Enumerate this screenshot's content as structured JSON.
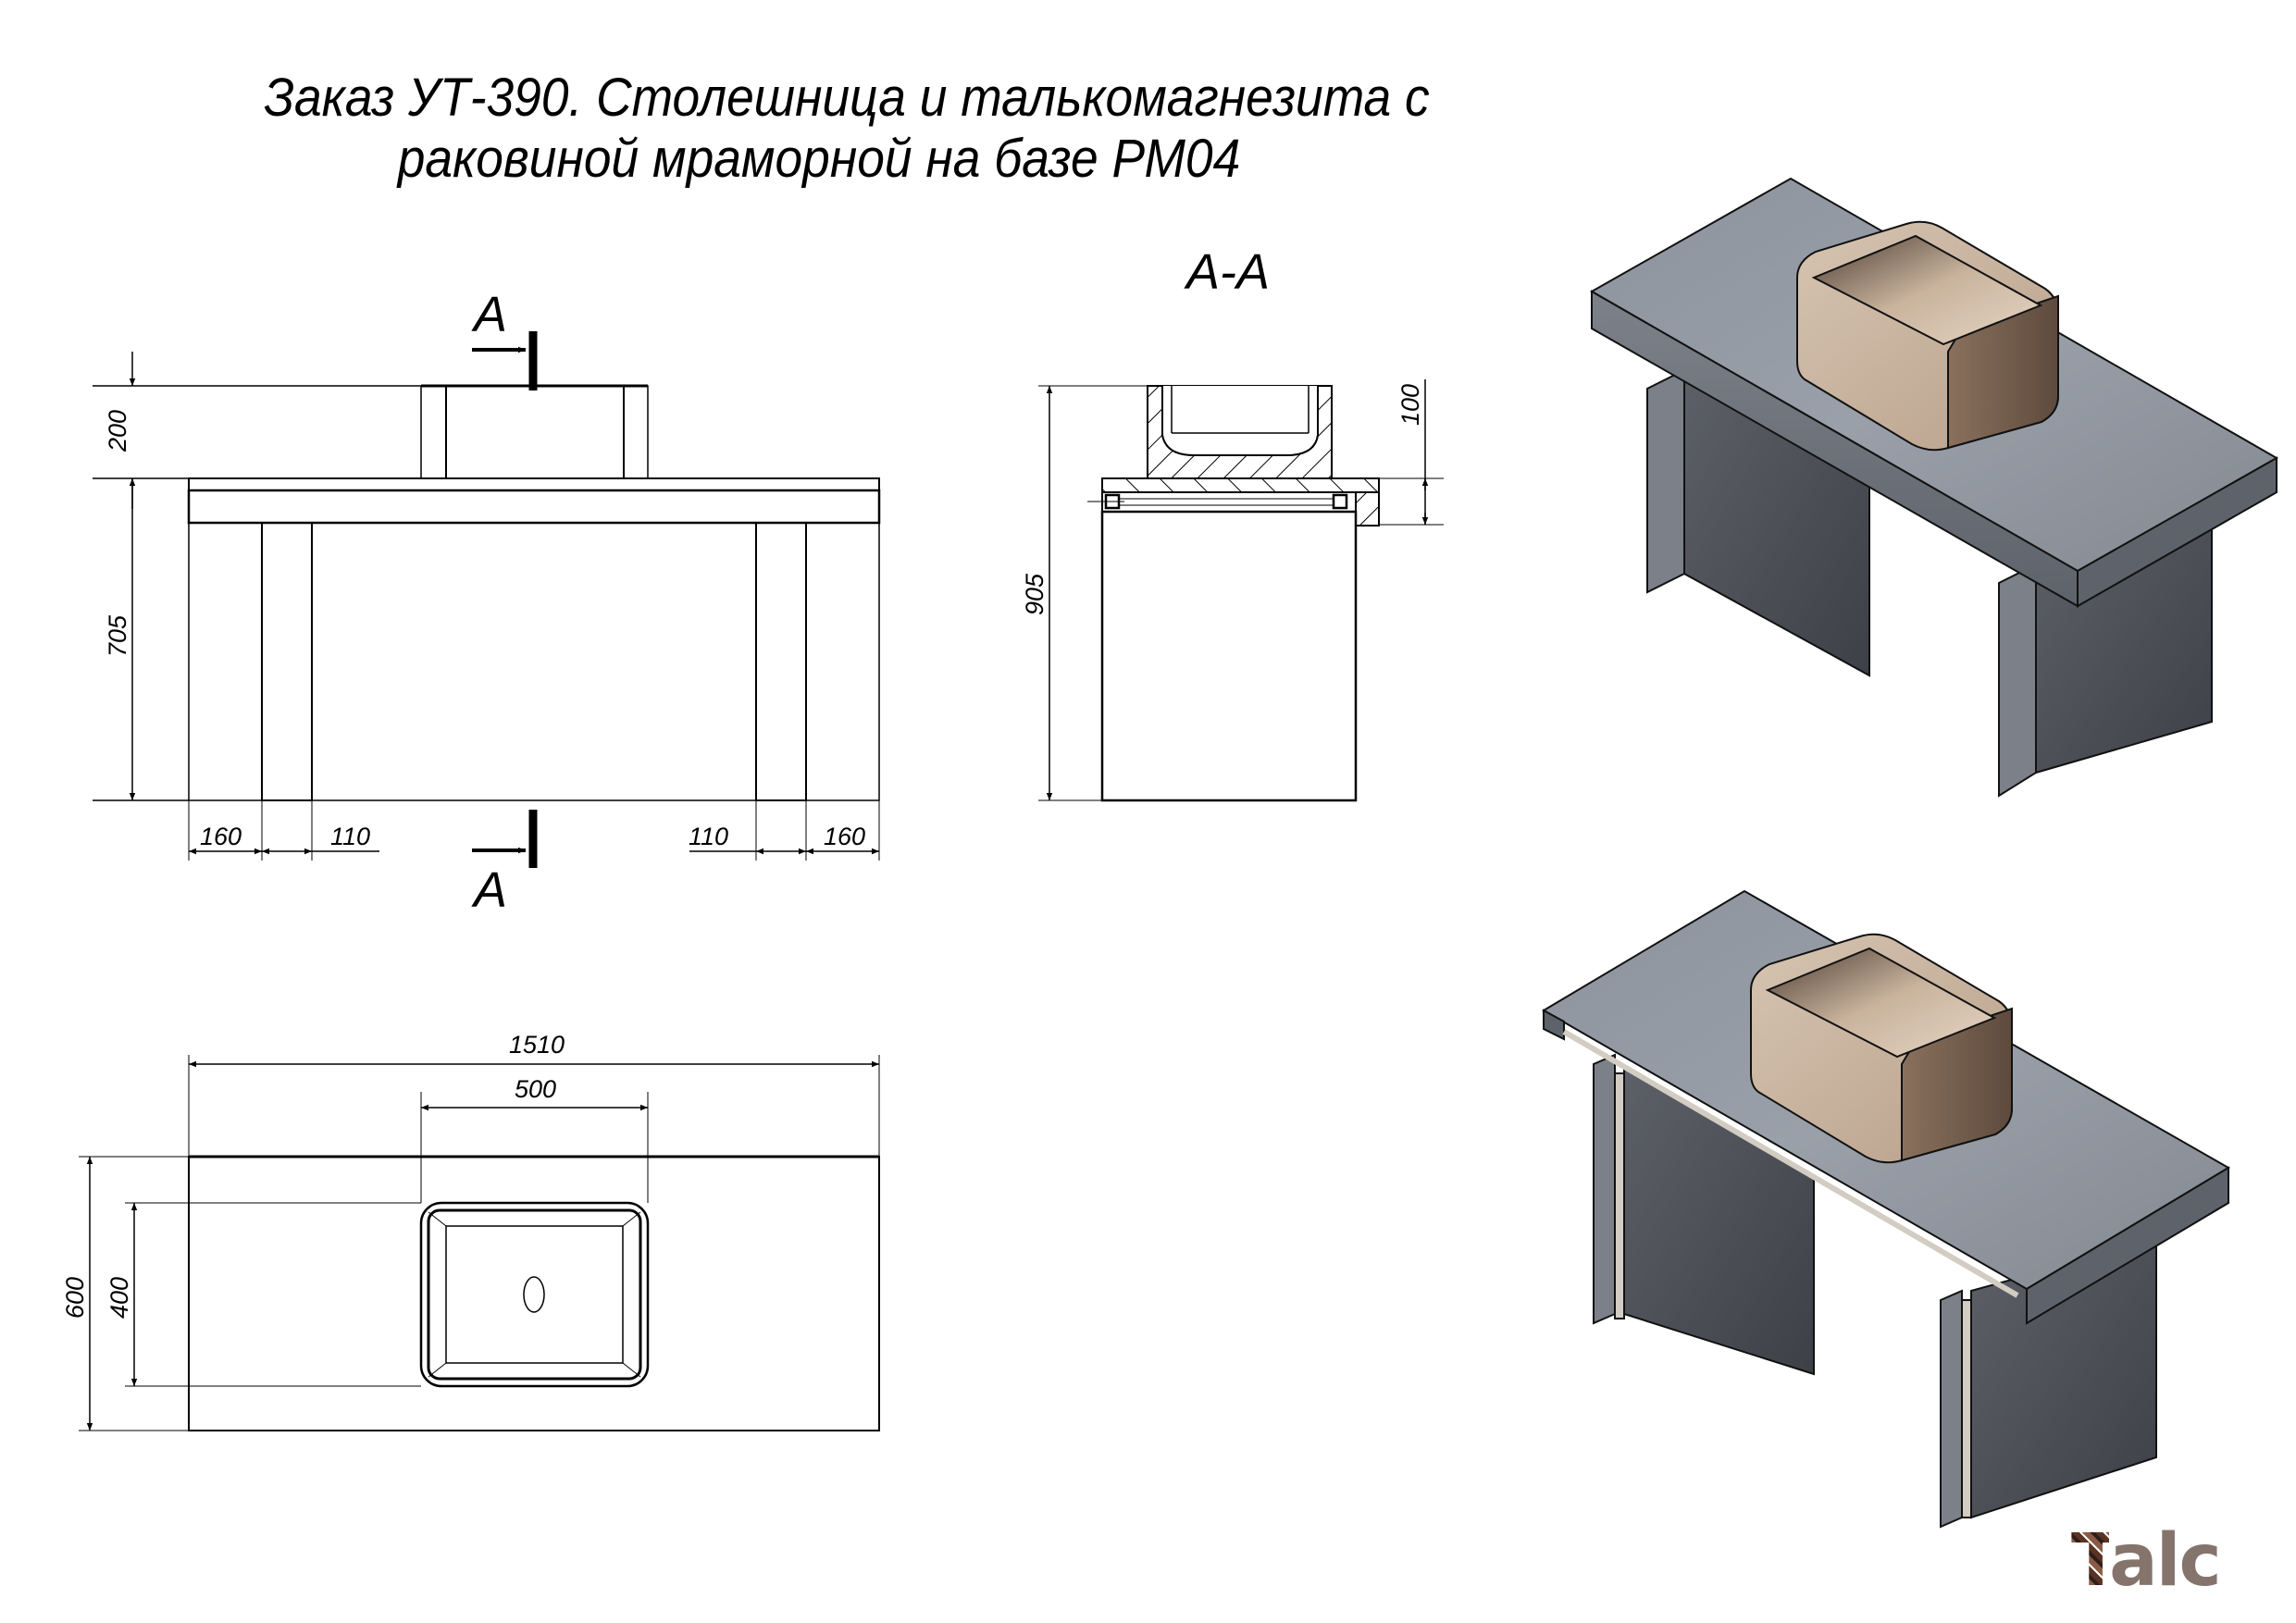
{
  "title": {
    "line1": "Заказ УТ-390. Столешница и талькомагнезита с",
    "line2": "раковиной мраморной на базе РМ04"
  },
  "front_view": {
    "section_marker_top": "A",
    "section_marker_bottom": "A",
    "dimensions": {
      "sink_height": "200",
      "base_height": "705",
      "left_overhang": "160",
      "left_leg_width": "110",
      "right_leg_width": "110",
      "right_overhang": "160"
    }
  },
  "section_view": {
    "label": "A-A",
    "dimensions": {
      "total_height": "905",
      "slab_height": "100"
    }
  },
  "plan_view": {
    "dimensions": {
      "total_width": "1510",
      "sink_width": "500",
      "total_depth": "600",
      "sink_depth": "400"
    }
  },
  "renders": {
    "top": "isometric-countertop-with-sink",
    "bottom": "isometric-countertop-with-sink-and-frame",
    "colors": {
      "stone": "#8a8f98",
      "stone_dark": "#4b4e55",
      "sink": "#c9b49f",
      "sink_dark": "#7a6452"
    }
  },
  "logo": {
    "first": "T",
    "rest": "alc",
    "color": "#85746c"
  }
}
